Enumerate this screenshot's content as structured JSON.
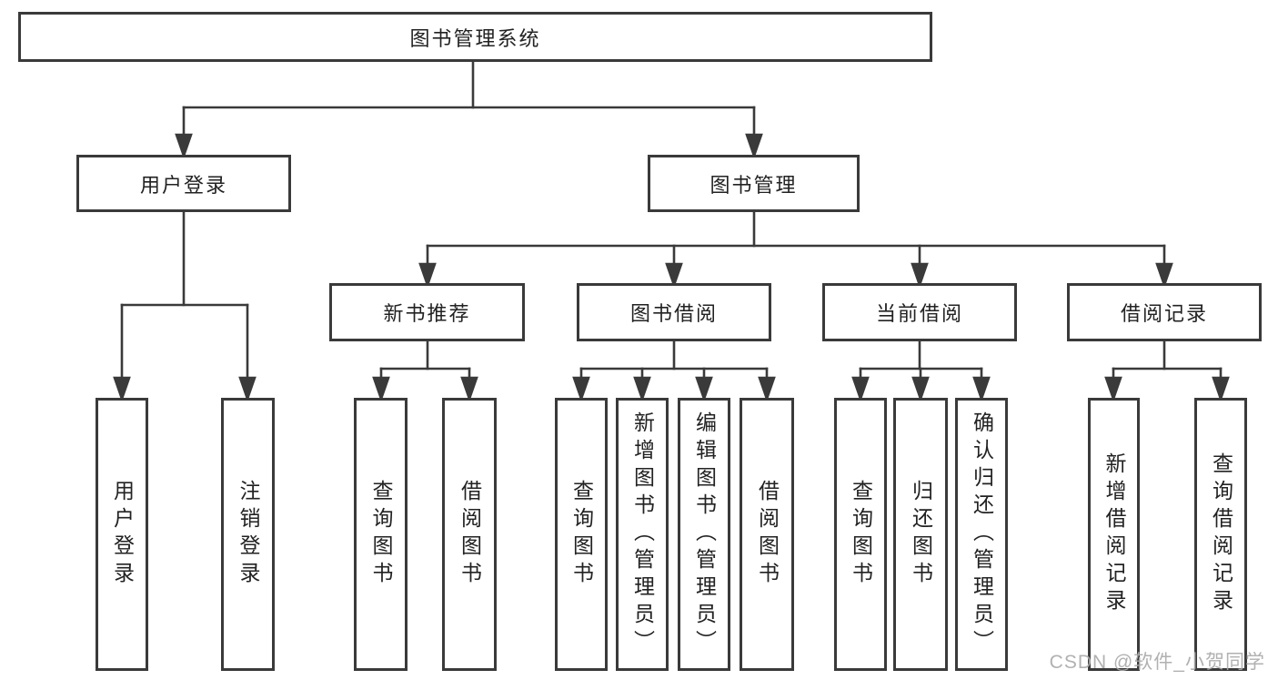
{
  "diagram": {
    "title_node": "图书管理系统",
    "root": {
      "label": "图书管理系统"
    },
    "branches": [
      {
        "label": "用户登录",
        "children": [
          {
            "label": "用户登录"
          },
          {
            "label": "注销登录"
          }
        ]
      },
      {
        "label": "图书管理",
        "children": [
          {
            "label": "新书推荐",
            "children": [
              {
                "label": "查询图书"
              },
              {
                "label": "借阅图书"
              }
            ]
          },
          {
            "label": "图书借阅",
            "children": [
              {
                "label": "查询图书"
              },
              {
                "label": "新增图书（管理员）"
              },
              {
                "label": "编辑图书（管理员）"
              },
              {
                "label": "借阅图书"
              }
            ]
          },
          {
            "label": "当前借阅",
            "children": [
              {
                "label": "查询图书"
              },
              {
                "label": "归还图书"
              },
              {
                "label": "确认归还（管理员）"
              }
            ]
          },
          {
            "label": "借阅记录",
            "children": [
              {
                "label": "新增借阅记录"
              },
              {
                "label": "查询借阅记录"
              }
            ]
          }
        ]
      }
    ]
  },
  "watermark": {
    "text": "CSDN @软件_小贺同学"
  },
  "colors": {
    "background": "#ffffff",
    "line": "#3a3a3a",
    "box_border": "#3a3a3a",
    "text": "#222222",
    "watermark": "#aaaaaa"
  }
}
